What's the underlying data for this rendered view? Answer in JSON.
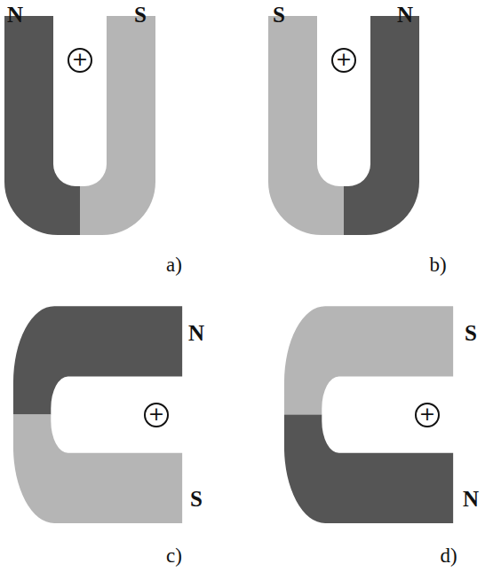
{
  "diagram": {
    "nodes": [
      {
        "text": [
          "+"
        ]
      },
      {
        "text": [
          "+"
        ]
      },
      {
        "text": [
          "+"
        ]
      },
      {
        "text": [
          "+"
        ]
      }
    ],
    "labels": [
      "N",
      "S",
      "a)",
      "S",
      "N",
      "b)",
      "N",
      "S",
      "c)",
      "S",
      "N",
      "d)"
    ]
  }
}
